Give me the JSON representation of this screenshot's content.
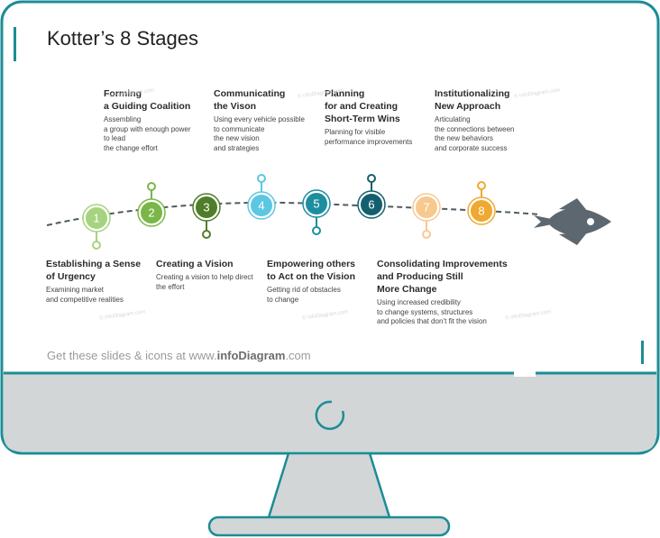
{
  "title": "Kotter’s 8 Stages",
  "footer": {
    "prefix": "Get these slides & icons at www.",
    "brand": "infoDiagram",
    "suffix": ".com"
  },
  "watermark": "© infoDiagram.com",
  "colors": {
    "frame": "#1c8c96",
    "stand": "#d3d6d6",
    "rocket": "#5c6770",
    "path": "#4f5b63"
  },
  "stages": [
    {
      "number": "1",
      "color": "#a6d37f",
      "title": "Establishing  a Sense\nof Urgency",
      "desc": "Examining market\nand competitive realities"
    },
    {
      "number": "2",
      "color": "#7ab648",
      "title": "Forming\na Guiding  Coalition",
      "desc": "Assembling\na group with enough power\nto lead\nthe change effort"
    },
    {
      "number": "3",
      "color": "#4f7d2a",
      "title": "Creating  a Vision",
      "desc": "Creating a vision to help direct\nthe effort"
    },
    {
      "number": "4",
      "color": "#5bc7e2",
      "title": "Communicating\nthe Vison",
      "desc": "Using every vehicle possible\nto communicate\nthe new vision\nand strategies"
    },
    {
      "number": "5",
      "color": "#1d8ea0",
      "title": "Empowering others\nto Act on the Vision",
      "desc": "Getting rid of obstacles\nto change"
    },
    {
      "number": "6",
      "color": "#135f6e",
      "title": "Planning\nfor and Creating\nShort-Term  Wins",
      "desc": "Planning for visible\nperformance improvements"
    },
    {
      "number": "7",
      "color": "#f7c98f",
      "title": "Consolidating  Improvements\nand Producing Still\nMore Change",
      "desc": "Using increased credibility\nto change systems, structures\nand policies that don’t fit the vision"
    },
    {
      "number": "8",
      "color": "#f0a830",
      "title": "Institutionalizing\nNew Approach",
      "desc": "Articulating\nthe connections between\nthe new behaviors\nand corporate success"
    }
  ]
}
